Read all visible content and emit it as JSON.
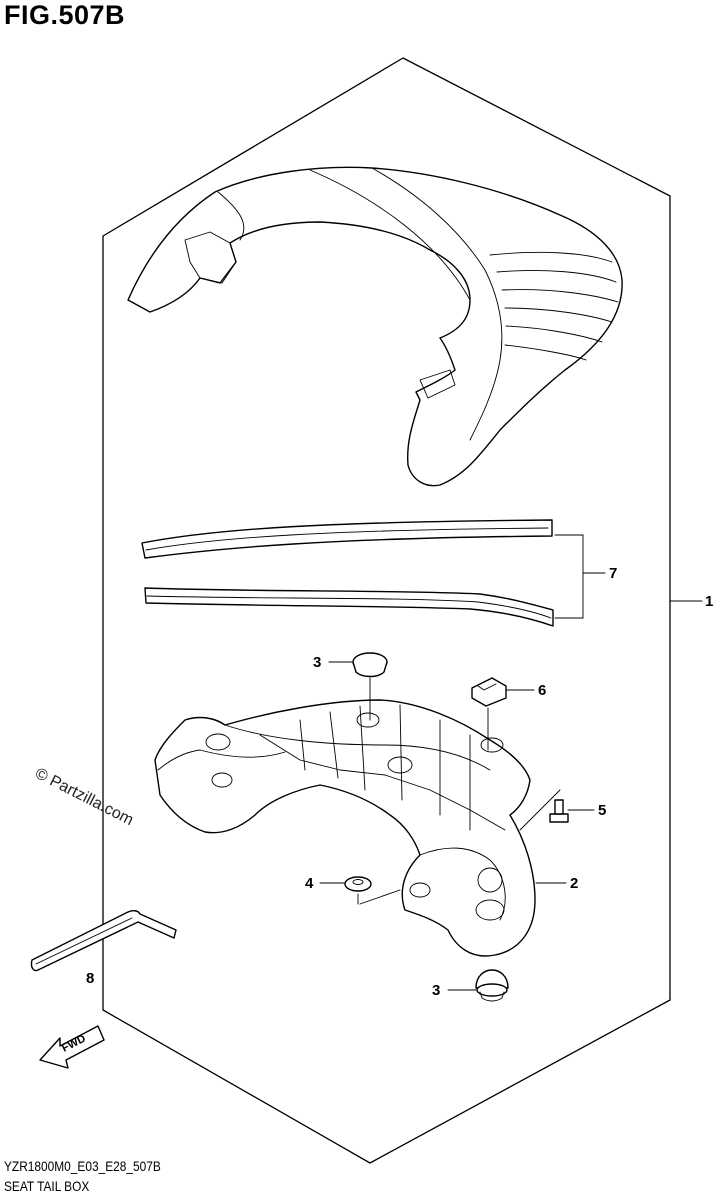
{
  "figure": {
    "title": "FIG.507B",
    "model_code": "YZR1800M0_E03_E28_507B",
    "name": "SEAT TAIL BOX"
  },
  "watermark": "© Partzilla.com",
  "fwd_label": "FWD",
  "callouts": {
    "c1": "1",
    "c2": "2",
    "c3_top": "3",
    "c3_bottom": "3",
    "c4": "4",
    "c5": "5",
    "c6": "6",
    "c7": "7",
    "c8": "8"
  }
}
